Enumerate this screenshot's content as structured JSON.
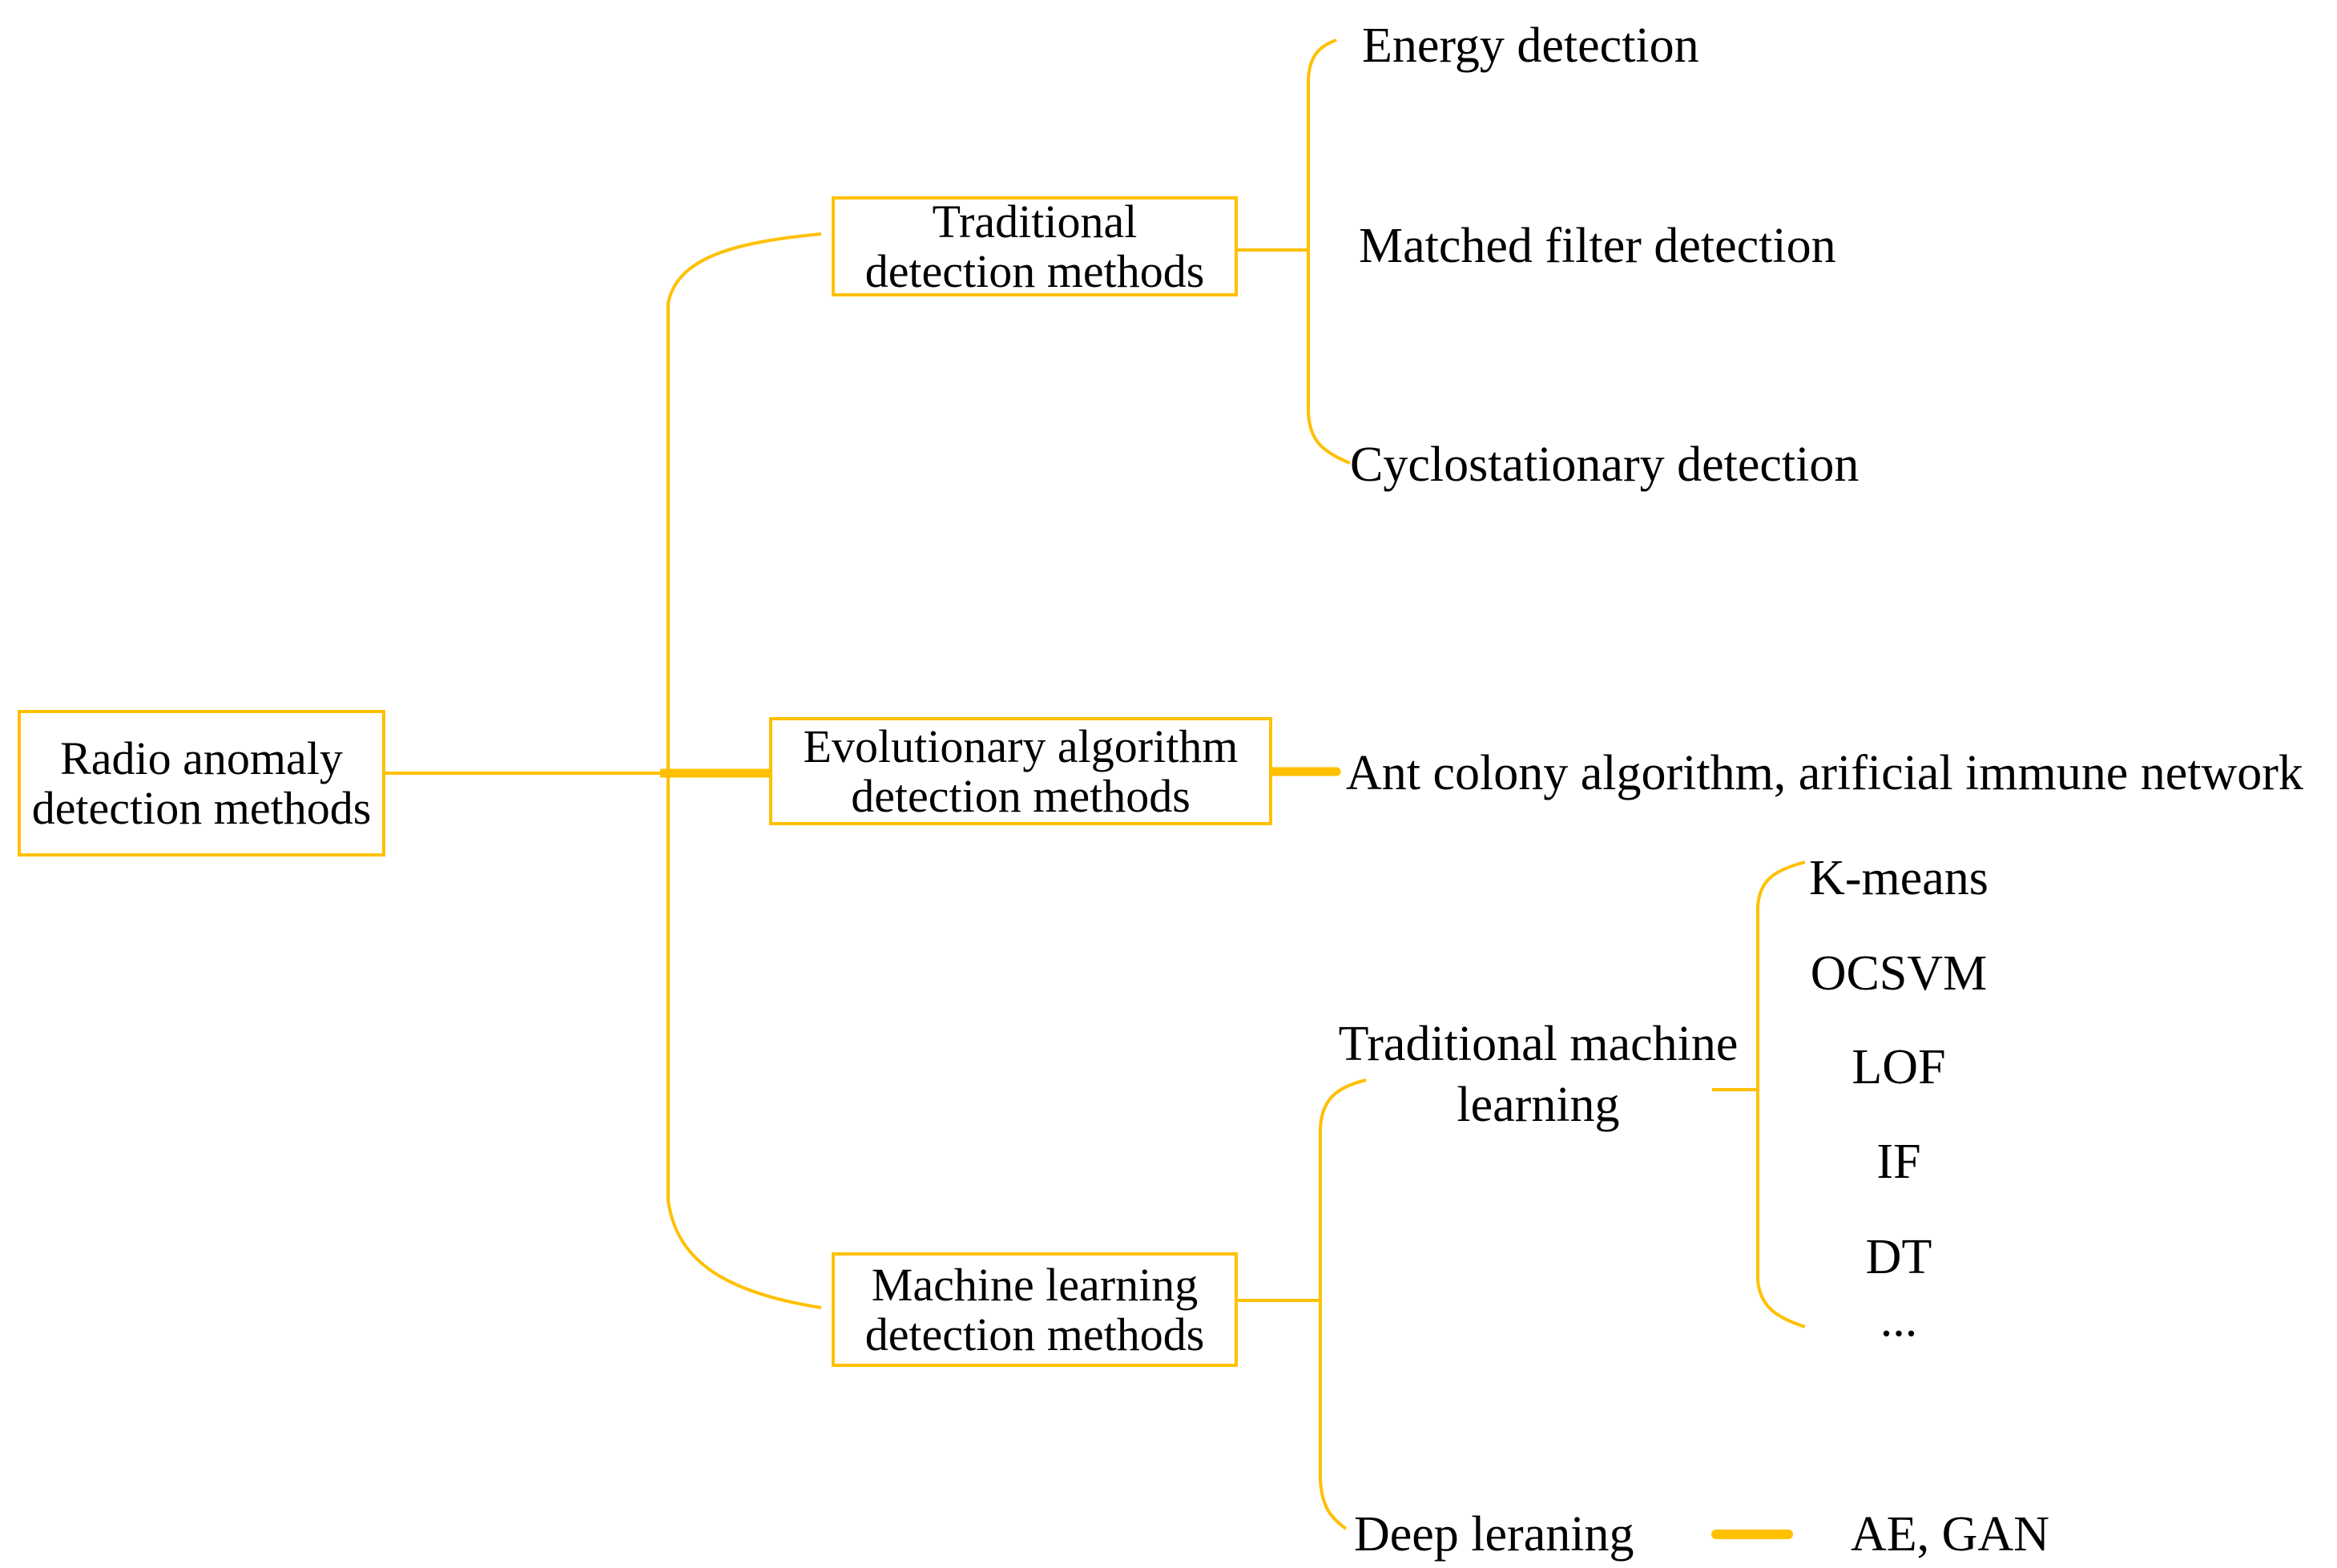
{
  "colors": {
    "accent": "#FFC000",
    "text": "#000000",
    "background": "#FFFFFF"
  },
  "nodes": {
    "root": {
      "line1": "Radio anomaly",
      "line2": "detection methods"
    },
    "traditional_box": {
      "line1": "Traditional",
      "line2": "detection methods"
    },
    "evolutionary_box": {
      "line1": "Evolutionary algorithm",
      "line2": "detection methods"
    },
    "ml_box": {
      "line1": "Machine learning",
      "line2": "detection methods"
    },
    "leaves": {
      "energy": "Energy detection",
      "matched": "Matched filter detection",
      "cyclostationary": "Cyclostationary detection",
      "ant_colony": "Ant colony algorithm, arificial immune network",
      "tml_line1": "Traditional machine",
      "tml_line2": "learning",
      "deep": "Deep leraning",
      "ae_gan": "AE, GAN"
    },
    "ml_algorithms": [
      "K-means",
      "OCSVM",
      "LOF",
      "IF",
      "DT",
      "..."
    ]
  }
}
